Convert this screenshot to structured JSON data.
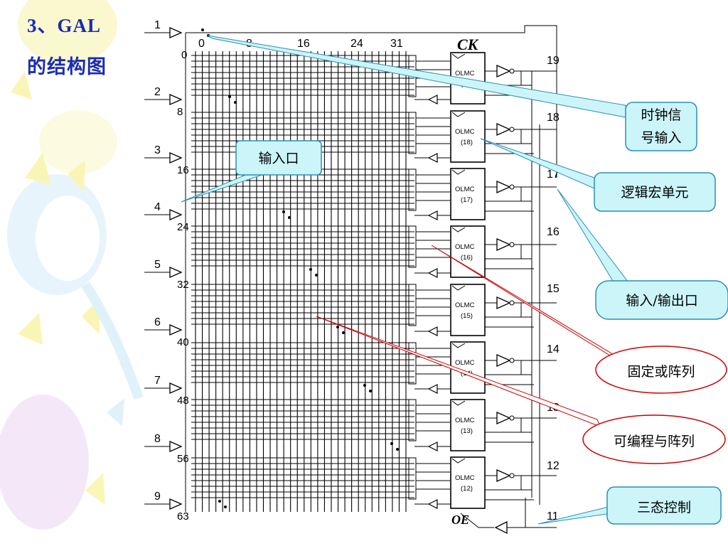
{
  "title": {
    "line1": "3、GAL",
    "line2": "的结构图"
  },
  "diagram": {
    "clock_label": "CK",
    "oe_label": "OE",
    "column_numbers": [
      "0",
      "8",
      "16",
      "24",
      "31"
    ],
    "input_pins": [
      "1",
      "2",
      "3",
      "4",
      "5",
      "6",
      "7",
      "8",
      "9"
    ],
    "row_numbers": [
      "0",
      "8",
      "16",
      "24",
      "32",
      "40",
      "48",
      "56",
      "63"
    ],
    "output_pins": [
      "19",
      "18",
      "17",
      "16",
      "15",
      "14",
      "13",
      "12",
      "11"
    ],
    "olmc_label": "OLMC",
    "olmc_ids": [
      "(19)",
      "(18)",
      "(17)",
      "(16)",
      "(15)",
      "(14)",
      "(13)",
      "(12)"
    ]
  },
  "callouts": {
    "clock_input": [
      "时钟信",
      "号输入"
    ],
    "input_port": "输入口",
    "logic_macrocell": "逻辑宏单元",
    "io_port": "输入/输出口",
    "fixed_or_array": "固定或阵列",
    "programmable_and_array": "可编程与阵列",
    "tristate_control": "三态控制"
  },
  "colors": {
    "title": "#1a2cb0",
    "callout_fill": "#ccf5fa",
    "callout_border": "#2a8fb5",
    "pointer_red": "#cc0000"
  }
}
